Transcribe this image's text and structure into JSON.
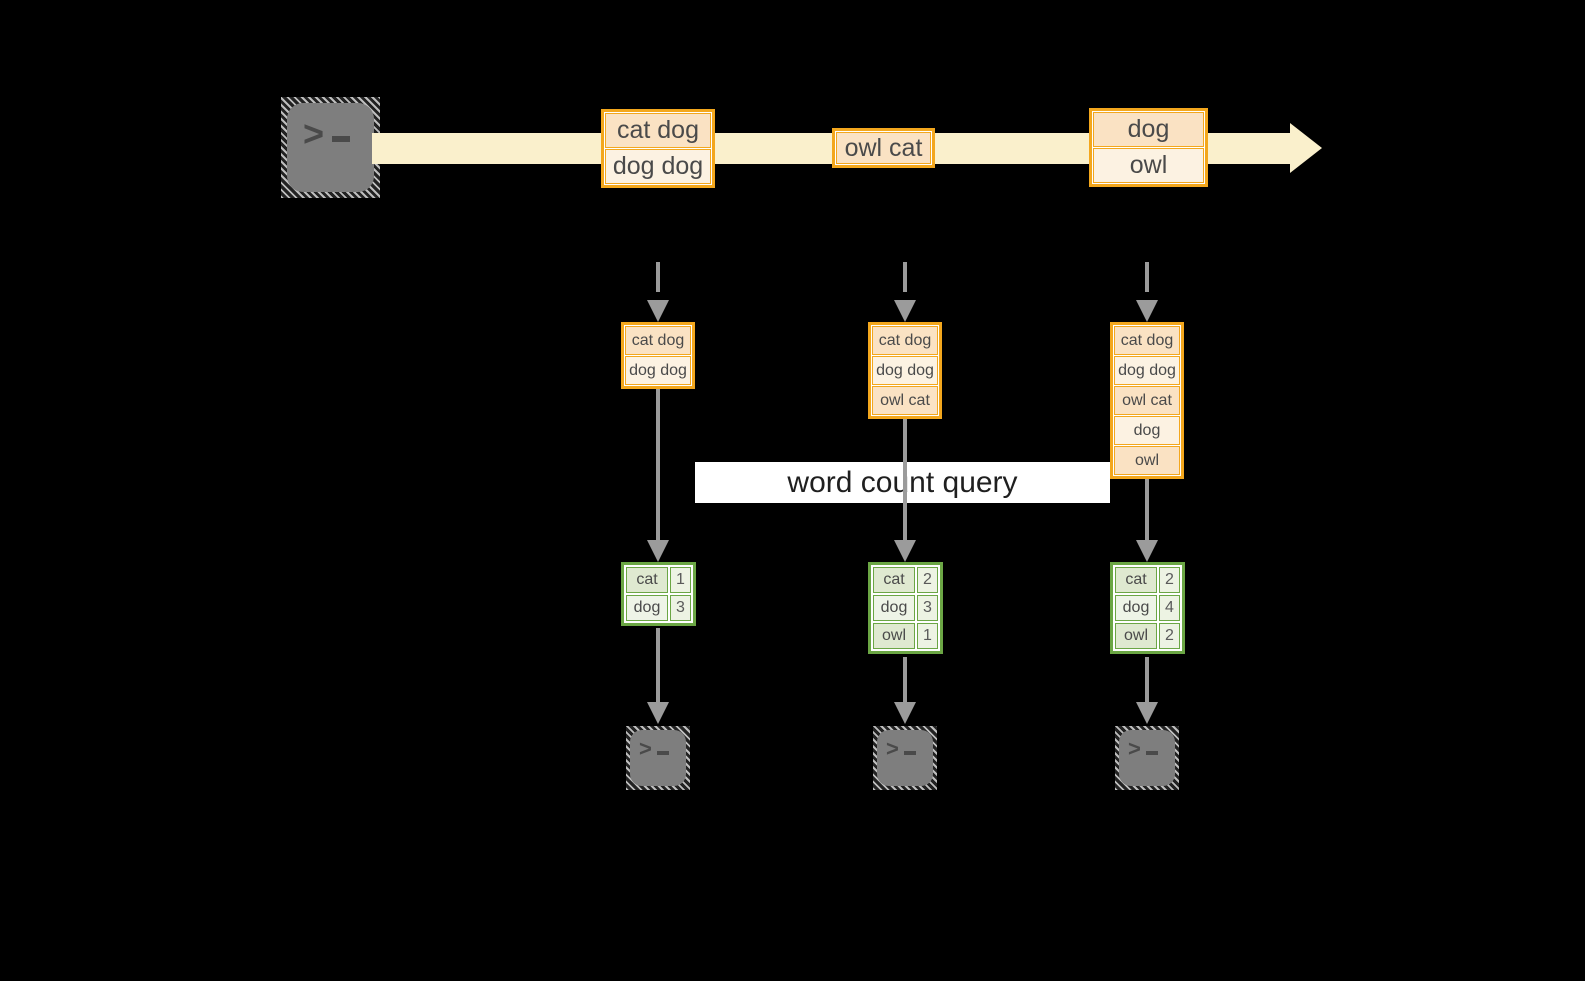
{
  "diagram": {
    "title_label": "word count query",
    "stream": {
      "messages": [
        {
          "cells": [
            "cat dog",
            "dog dog"
          ]
        },
        {
          "cells": [
            "owl cat"
          ]
        },
        {
          "cells": [
            "dog",
            "owl"
          ]
        }
      ]
    },
    "workers": [
      {
        "buffer": [
          "cat dog",
          "dog dog"
        ],
        "counts": [
          [
            "cat",
            "1"
          ],
          [
            "dog",
            "3"
          ]
        ]
      },
      {
        "buffer": [
          "cat dog",
          "dog dog",
          "owl cat"
        ],
        "counts": [
          [
            "cat",
            "2"
          ],
          [
            "dog",
            "3"
          ],
          [
            "owl",
            "1"
          ]
        ]
      },
      {
        "buffer": [
          "cat dog",
          "dog dog",
          "owl cat",
          "dog",
          "owl"
        ],
        "counts": [
          [
            "cat",
            "2"
          ],
          [
            "dog",
            "4"
          ],
          [
            "owl",
            "2"
          ]
        ]
      }
    ],
    "icons": {
      "source": "terminal-icon",
      "sinks": [
        "terminal-icon",
        "terminal-icon",
        "terminal-icon"
      ]
    },
    "colors": {
      "background": "#000000",
      "stream_arrow": "#FAF0CC",
      "message_border": "#F3A71D",
      "message_fill_dark": "#FAE2C3",
      "message_fill_light": "#FCF2E2",
      "count_border": "#6BA644",
      "count_fill_dark": "#DFE9D0",
      "count_fill_light": "#EEF4E7",
      "connector_gray": "#9B9B9B"
    }
  }
}
